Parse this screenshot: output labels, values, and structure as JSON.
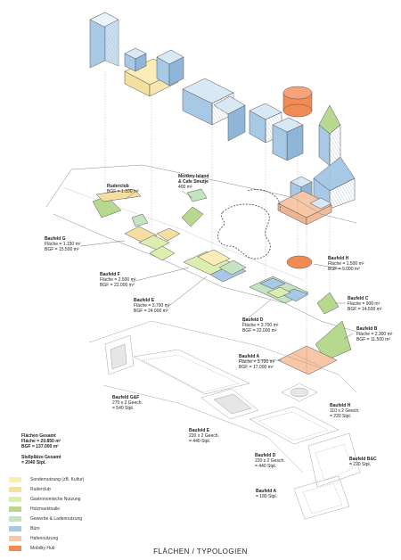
{
  "colors": {
    "sondernutzung": "#fcedb8",
    "ruderclub": "#f4dea0",
    "gastronomie": "#dcedb0",
    "holzmarkt": "#b6d98f",
    "gewerbe": "#c4e3c0",
    "bueros": "#a8c9e6",
    "hafen": "#f7c7a8",
    "mobility": "#f28a56",
    "line": "#555555",
    "ghost": "#c9c9c9"
  },
  "fields": [
    {
      "key": "ruderclub",
      "name": "Ruderclub",
      "lines": [
        "BGF = 1.100 m²"
      ]
    },
    {
      "key": "monkey",
      "name": "Monkey Island",
      "name2": "& Cafe Smutje",
      "lines": [
        "400 m²"
      ]
    },
    {
      "key": "g",
      "name": "Baufeld G",
      "lines": [
        "Fläche  = 1.150 m²",
        "BGF  = 15.500 m²"
      ]
    },
    {
      "key": "h",
      "name": "Baufeld H",
      "lines": [
        "Fläche  = 1.500 m²",
        "BGF  = 9.000 m²"
      ]
    },
    {
      "key": "f",
      "name": "Baufeld F",
      "lines": [
        "Fläche  = 2.500 m²",
        "BGF  = 22.000 m²"
      ]
    },
    {
      "key": "e",
      "name": "Baufeld E",
      "lines": [
        "Fläche  = 3.700 m²",
        "BGF  = 24.000 m²"
      ]
    },
    {
      "key": "c",
      "name": "Baufeld C",
      "lines": [
        "Fläche  = 900 m²",
        "BGF  = 14.500 m²"
      ]
    },
    {
      "key": "d",
      "name": "Baufeld D",
      "lines": [
        "Fläche  = 3.700 m²",
        "BGF  = 22.000 m²"
      ]
    },
    {
      "key": "b",
      "name": "Baufeld B",
      "lines": [
        "Fläche  = 2.300 m²",
        "BGF  = 11.500 m²"
      ]
    },
    {
      "key": "a",
      "name": "Baufeld A",
      "lines": [
        "Fläche  = 3.700 m²",
        "BGF  = 17.000 m²"
      ]
    }
  ],
  "parking": [
    {
      "key": "gf",
      "name": "Baufeld G&F",
      "lines": [
        "270 x 2 Geech.",
        "= 540 Stpl."
      ]
    },
    {
      "key": "ph",
      "name": "Baufeld H",
      "lines": [
        "110 x 2 Geech.",
        "= 220 Stpl."
      ]
    },
    {
      "key": "pe",
      "name": "Baufeld E",
      "lines": [
        "220 x 2 Geech.",
        "= 440 Stpl."
      ]
    },
    {
      "key": "pd",
      "name": "Baufeld D",
      "lines": [
        "220 x 2 Gesch.",
        "= 440 Stpl."
      ]
    },
    {
      "key": "pbc",
      "name": "Baufeld B&C",
      "lines": [
        "= 220 Stpl."
      ]
    },
    {
      "key": "pa",
      "name": "Baufeld A",
      "lines": [
        "= 180 Stpl."
      ]
    }
  ],
  "totals": {
    "flaechen_title": "Flächen Gesamt",
    "flaeche": "Fläche  = 20.850 m²",
    "bgf": "BGF  = 137.000 m²",
    "stellplaetze": "Stellplätze Gesamt",
    "stpl": "= 2040 Stpl."
  },
  "legend": [
    {
      "label": "Sondernutzung (zB. Kultur)",
      "color": "#fcedb8"
    },
    {
      "label": "Ruderclub",
      "color": "#f4dea0"
    },
    {
      "label": "Gastronomische Nutzung",
      "color": "#dcedb0"
    },
    {
      "label": "Holzmarktnalle",
      "color": "#b6d98f"
    },
    {
      "label": "Gewerbe & Ladennutzung",
      "color": "#c4e3c0"
    },
    {
      "label": "Büro",
      "color": "#a8c9e6"
    },
    {
      "label": "Hafennutzung",
      "color": "#f7c7a8"
    },
    {
      "label": "Mobility Hub",
      "color": "#f28a56"
    }
  ],
  "caption": "FLÄCHEN / TYPOLOGIEN"
}
